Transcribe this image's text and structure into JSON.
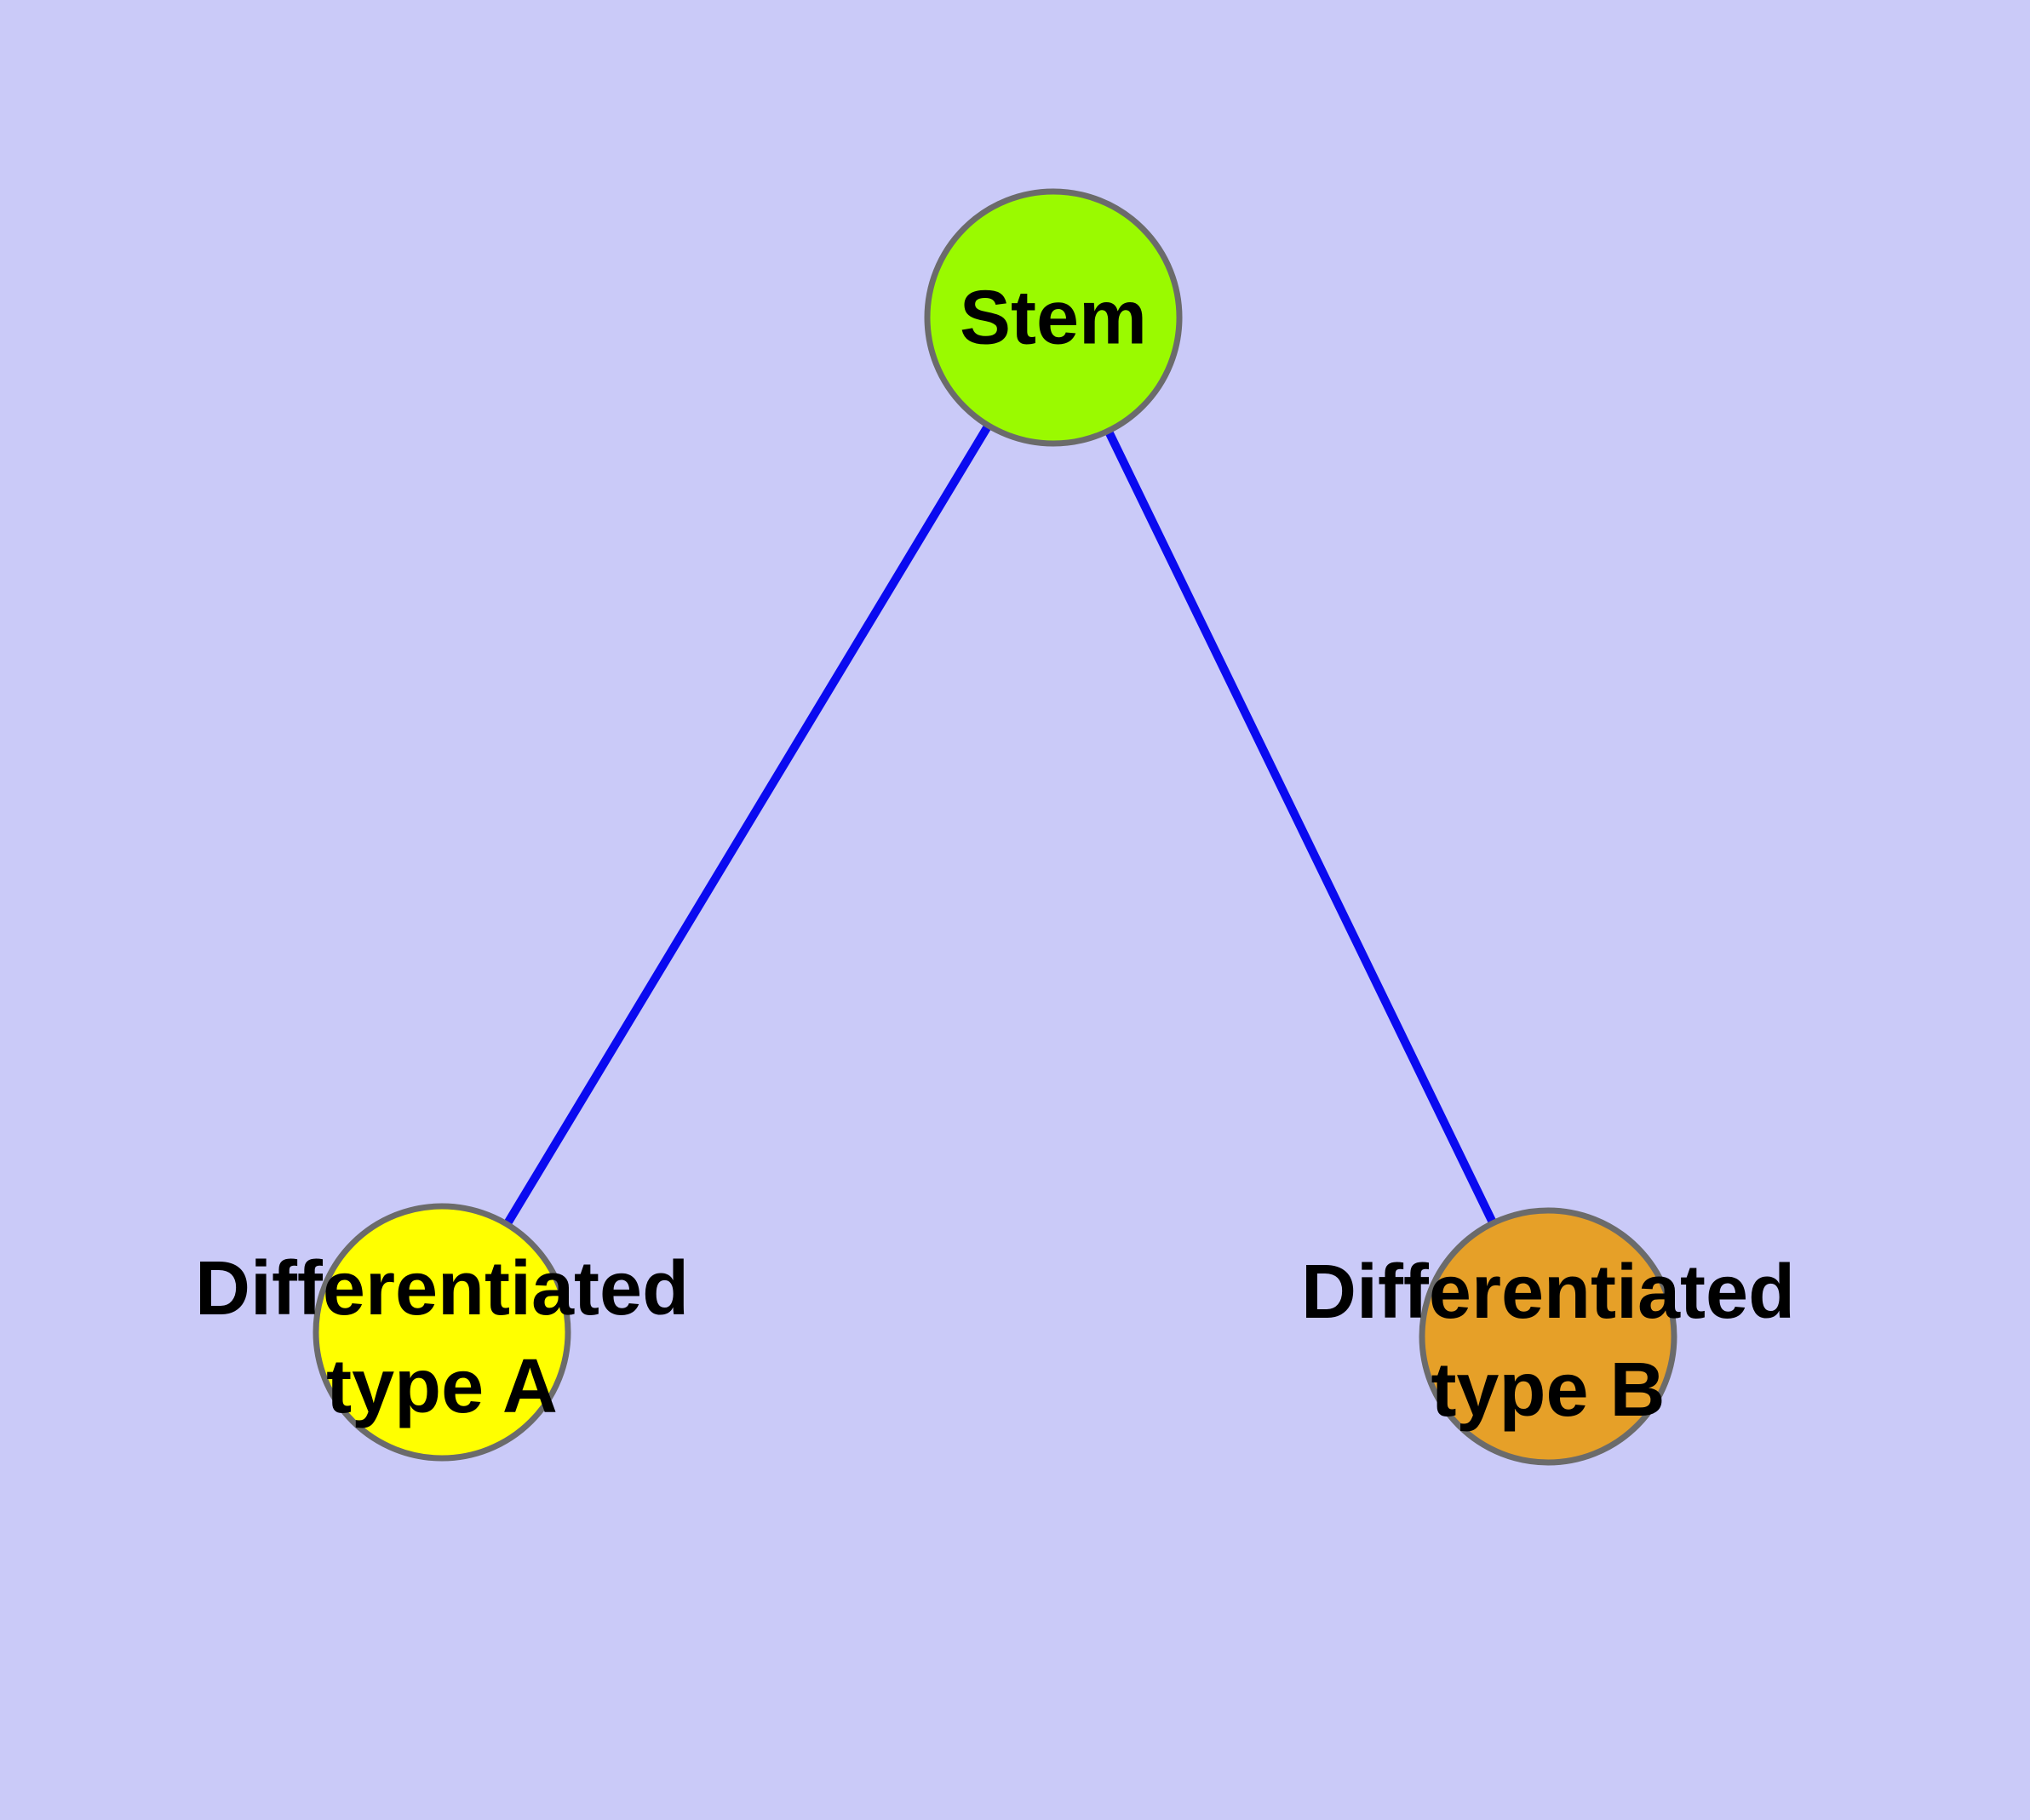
{
  "diagram": {
    "background_color": "#CACAF8",
    "text_color": "#000000",
    "node_border_color": "#6B6B6B",
    "edge_color": "#0A0AF0",
    "nodes": [
      {
        "id": "stem",
        "label": "Stem",
        "line1": "Stem",
        "line2": "",
        "color": "#9AFA00"
      },
      {
        "id": "type-a",
        "label": "Differentiated type A",
        "line1": "Differentiated",
        "line2": "type A",
        "color": "#FFFF00"
      },
      {
        "id": "type-b",
        "label": "Differentiated type B",
        "line1": "Differentiated",
        "line2": "type B",
        "color": "#E6A028"
      }
    ],
    "edges": [
      {
        "from": "stem",
        "to": "type-a"
      },
      {
        "from": "stem",
        "to": "type-b"
      }
    ]
  }
}
